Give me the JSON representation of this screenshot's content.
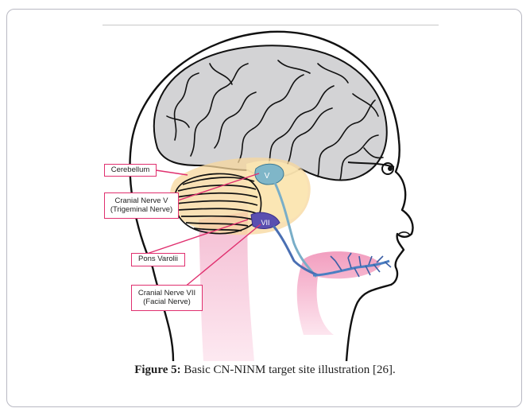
{
  "labels": {
    "cerebellum": "Cerebellum",
    "cn5_line1": "Cranial Nerve V",
    "cn5_line2": "(Trigeminal Nerve)",
    "pons": "Pons Varolii",
    "cn7_line1": "Cranial Nerve VII",
    "cn7_line2": "(Facial Nerve)",
    "marker_v": "V",
    "marker_vii": "VII"
  },
  "caption": {
    "label": "Figure 5:",
    "text": " Basic CN-NINM target site illustration [26]."
  },
  "colors": {
    "label_border": "#e0306f",
    "brain_fill": "#d2d2d4",
    "pink_region": "#f7c6da",
    "nerve_blue": "#3f6fb5"
  }
}
